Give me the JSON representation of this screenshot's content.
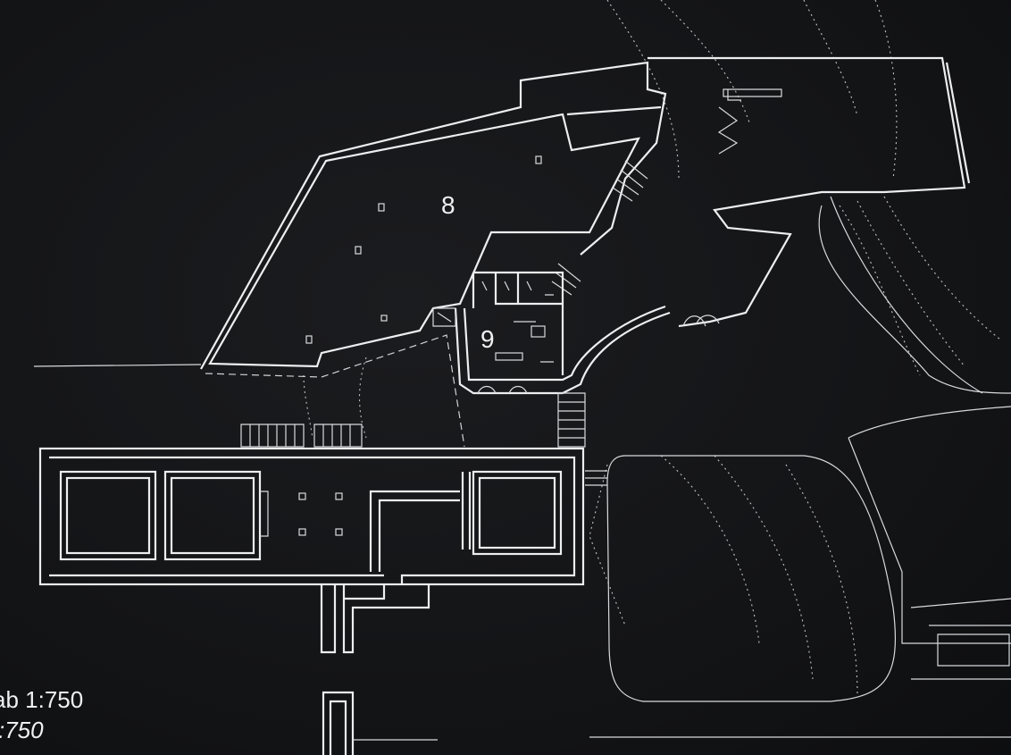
{
  "drawing": {
    "room_labels": [
      "8",
      "9"
    ],
    "scale_lines": [
      "ab 1:750",
      ":750"
    ],
    "colors": {
      "background": "#121315",
      "lines": "#eceef0"
    }
  }
}
